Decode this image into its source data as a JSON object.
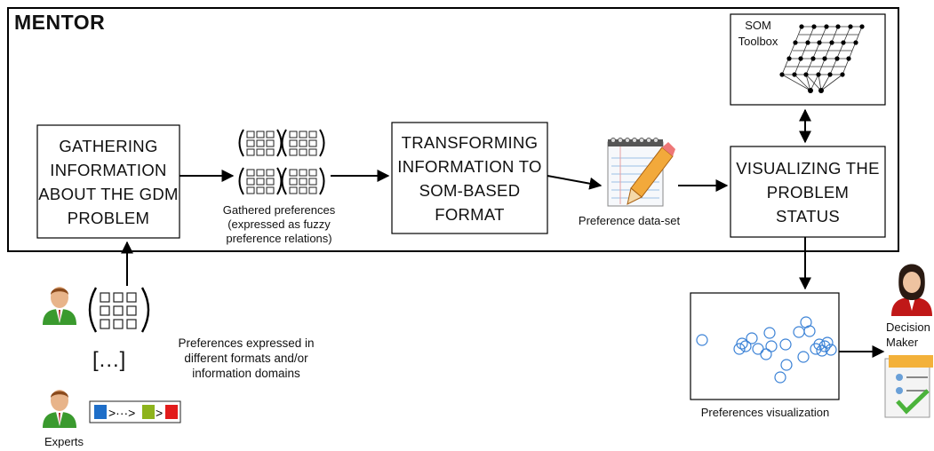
{
  "mentor_label": "MENTOR",
  "boxes": {
    "gathering": "GATHERING INFORMATION ABOUT THE GDM PROBLEM",
    "transforming": "TRANSFORMING INFORMATION TO SOM-BASED FORMAT",
    "visualizing": "VISUALIZING THE PROBLEM STATUS",
    "som_toolbox": "SOM Toolbox"
  },
  "captions": {
    "gathered_preferences": "Gathered preferences (expressed as fuzzy preference relations)",
    "preference_dataset": "Preference data-set",
    "preferences_expressed": "Preferences expressed in different formats and/or information domains",
    "ellipsis": "[...]",
    "experts": "Experts",
    "preferences_visualization": "Preferences visualization",
    "decision_maker": "Decision Maker"
  },
  "icons": [
    "expert-avatar-icon",
    "decision-maker-avatar-icon",
    "notepad-pencil-icon",
    "som-grid-icon",
    "matrix-icon",
    "ordered-list-icon",
    "document-check-icon"
  ],
  "colors": {
    "circle": "#3b82d6",
    "expert_shirt": "#3a9a2e",
    "decision_shirt": "#c01818",
    "blue_square": "#1e6ec8",
    "green_square": "#8db31c",
    "red_square": "#e21b1b"
  }
}
